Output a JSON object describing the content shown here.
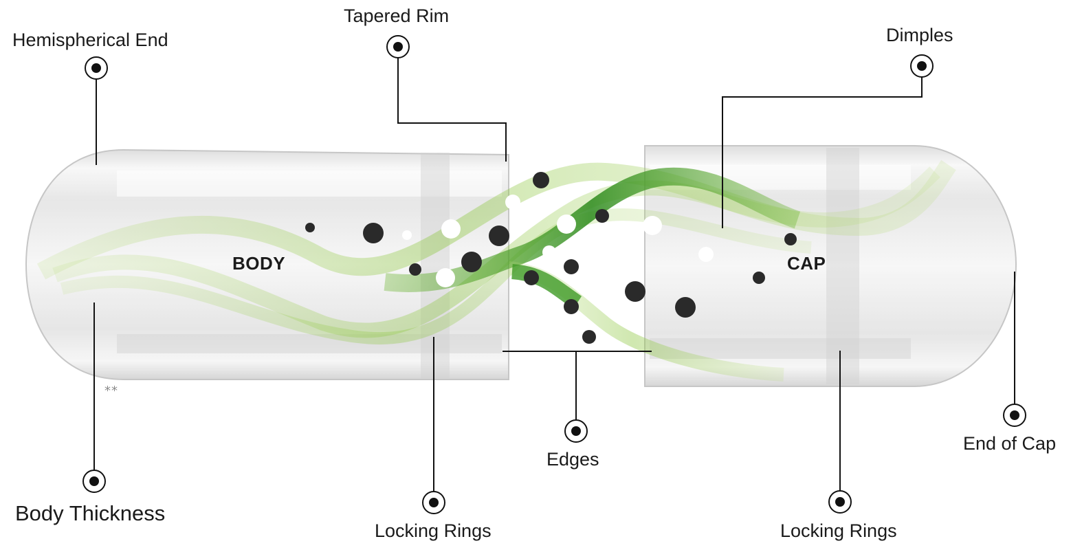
{
  "diagram": {
    "sections": {
      "body": "BODY",
      "cap": "CAP"
    },
    "callouts": [
      {
        "id": "hemispherical-end",
        "label": "Hemispherical End"
      },
      {
        "id": "tapered-rim",
        "label": "Tapered Rim"
      },
      {
        "id": "dimples",
        "label": "Dimples"
      },
      {
        "id": "body-thickness",
        "label": "Body Thickness"
      },
      {
        "id": "locking-rings-left",
        "label": "Locking Rings"
      },
      {
        "id": "edges",
        "label": "Edges"
      },
      {
        "id": "locking-rings-right",
        "label": "Locking Rings"
      },
      {
        "id": "end-of-cap",
        "label": "End of Cap"
      }
    ],
    "footnote_mark": "**",
    "colors": {
      "ribbon_light": "#8cc63f",
      "ribbon_dark": "#2e8b1e",
      "marker": "#111111",
      "shell": "#e6e6e6"
    }
  }
}
